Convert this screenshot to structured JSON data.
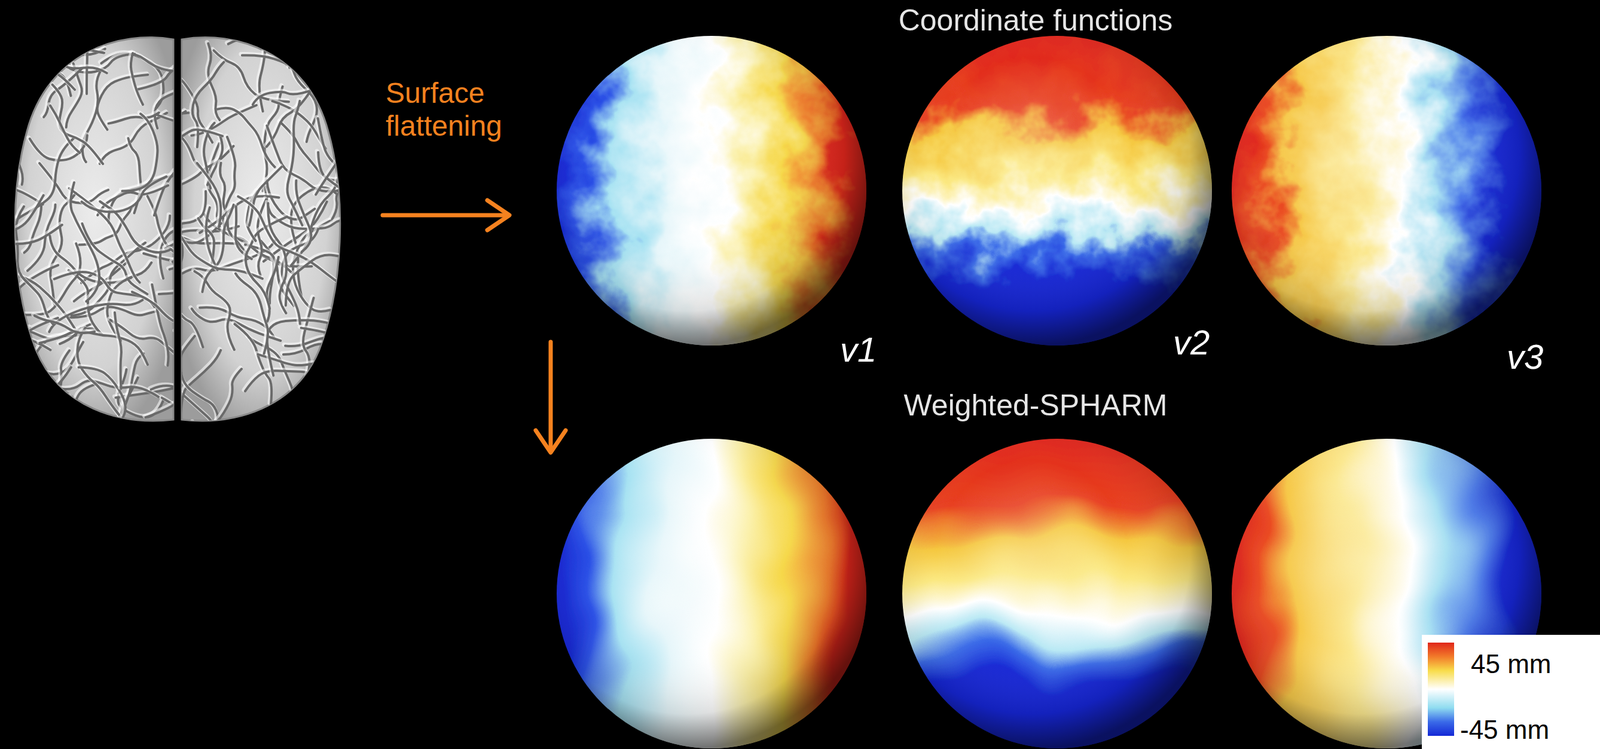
{
  "diagram": {
    "labels": [
      "Surface flattening",
      "Coordinate functions",
      "v1",
      "v2",
      "v3",
      "Weighted-SPHARM",
      "45 mm",
      "-45 mm"
    ]
  }
}
